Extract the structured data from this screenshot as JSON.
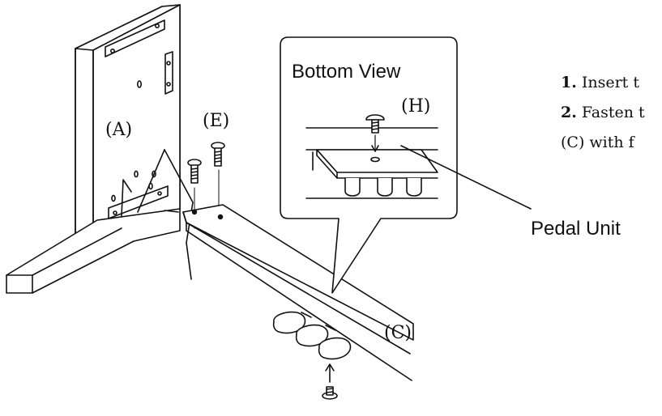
{
  "labels": {
    "side_panel": "(A)",
    "screws": "(E)",
    "callout_screw": "(H)",
    "beam": "(C)"
  },
  "callout": {
    "title": "Bottom View"
  },
  "pedal_unit_label": "Pedal Unit",
  "steps": [
    {
      "number": "1.",
      "text": "Insert t"
    },
    {
      "number": "2.",
      "text": "Fasten t"
    },
    {
      "number": "",
      "text": "(C) with f"
    }
  ]
}
